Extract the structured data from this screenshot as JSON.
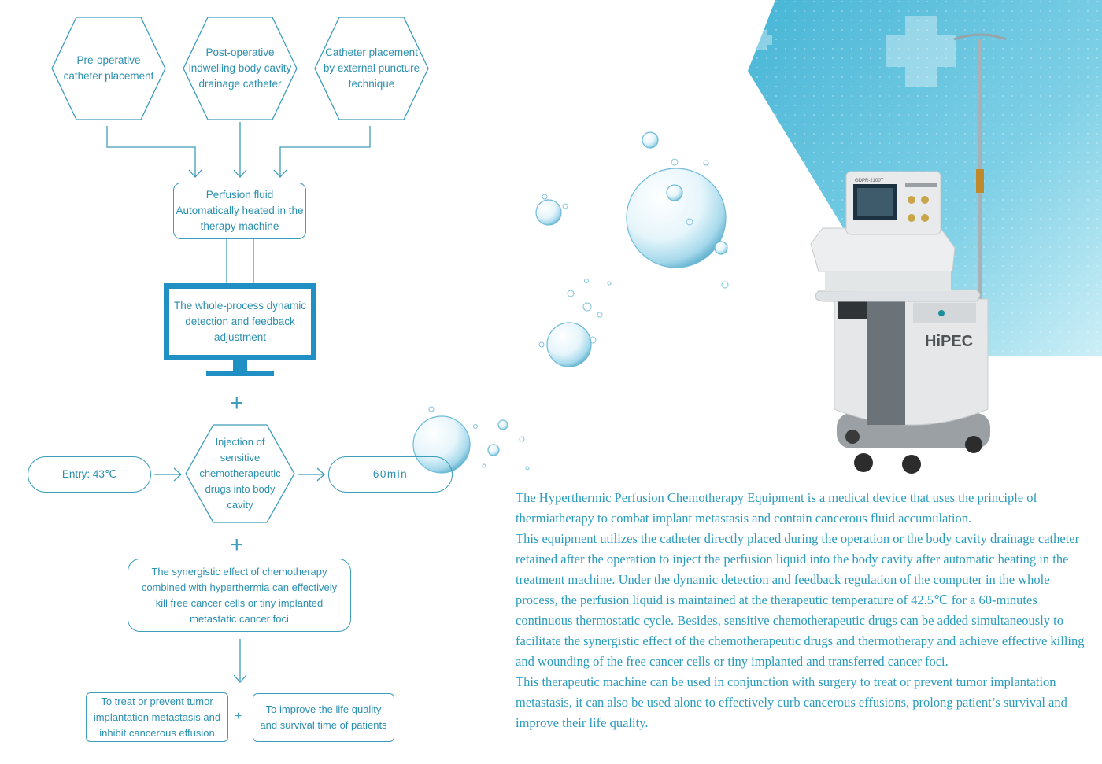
{
  "flow": {
    "hex1": "Pre-operative\ncatheter placement",
    "hex2": "Post-operative\nindwelling body cavity\ndrainage catheter",
    "hex3": "Catheter placement\nby external puncture\ntechnique",
    "perfusion": "Perfusion fluid\nAutomatically heated in the\ntherapy machine",
    "monitor": "The whole-process dynamic\ndetection and feedback\nadjustment",
    "entry": "Entry: 43℃",
    "injection": "Injection of\nsensitive\nchemotherapeutic\ndrugs into body\ncavity",
    "duration": "60min",
    "synergy": "The synergistic effect of chemotherapy\ncombined with hyperthermia can effectively\nkill free cancer cells or tiny implanted\nmetastatic cancer foci",
    "result1": "To treat or prevent tumor\nimplantation metastasis and\ninhibit cancerous effusion",
    "result2": "To improve the life quality\nand survival time of patients",
    "plus": "+"
  },
  "device": {
    "brand": "HiPEC",
    "model": "GDPR-2100T"
  },
  "description": {
    "p1": "The Hyperthermic Perfusion Chemotherapy Equipment is a medical device that uses the principle of thermiatherapy to combat implant metastasis and contain cancerous fluid accumulation.",
    "p2": "This equipment utilizes the catheter directly placed during the operation or the body cavity drainage catheter retained after the operation to inject the perfusion liquid into the body cavity after automatic heating in the treatment machine. Under the dynamic detection and feedback regulation of the computer in the whole process, the perfusion liquid is maintained at the therapeutic temperature of 42.5℃ for a 60-minutes continuous thermostatic cycle. Besides, sensitive chemotherapeutic drugs can be added simultaneously to facilitate the synergistic effect of the chemotherapeutic drugs and thermotherapy and achieve effective killing and wounding of the free cancer cells or tiny implanted and transferred cancer foci.",
    "p3": "This therapeutic machine can be used in conjunction with surgery to treat or prevent tumor implantation metastasis, it can also be used alone to effectively curb cancerous effusions, prolong patient’s survival and improve their life quality."
  },
  "colors": {
    "accent": "#3d9dbb",
    "text": "#2a8fb0",
    "monitor": "#1f8fc4",
    "panel": "#5fc3e0"
  }
}
